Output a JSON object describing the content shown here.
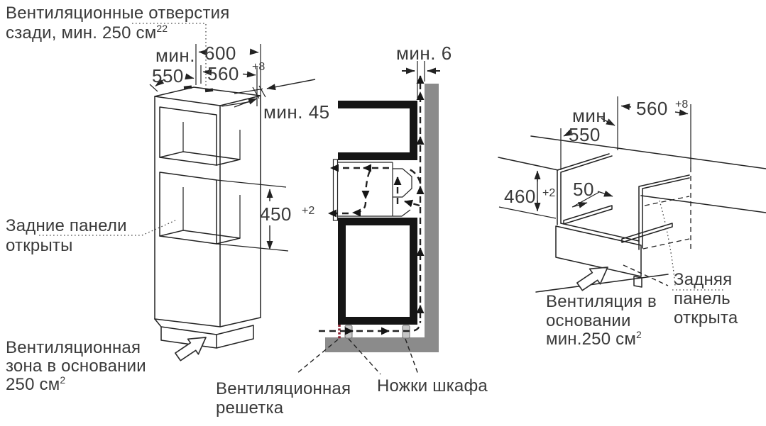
{
  "colors": {
    "line": "#222222",
    "text": "#3a3a3a",
    "black-fill": "#151515",
    "wall-gray": "#8b8b8b",
    "feet-gray": "#c6c6c6",
    "grille-red": "#8a2433"
  },
  "notes": {
    "vent_rear": {
      "line1": "Вентиляционные отверстия",
      "line2": "сзади, мин. 250 см",
      "sup1": "2",
      "sup2": "2"
    },
    "rear_panels_open": {
      "line1": "Задние панели",
      "line2": "открыты"
    },
    "vent_zone_base": {
      "line1": "Вентиляционная",
      "line2": "зона в основании",
      "line3": "250 см",
      "sup": "2"
    },
    "vent_grille": {
      "line1": "Вентиляционная",
      "line2": "решетка"
    },
    "cabinet_feet": "Ножки шкафа",
    "vent_in_base": {
      "line1": "Вентиляция в",
      "line2": "основании",
      "line3": "мин.250 см",
      "sup": "2"
    },
    "back_panel_open": {
      "line1": "Задняя",
      "line2": "панель",
      "line3": "открыта"
    }
  },
  "dims": {
    "left": {
      "min": "мин.",
      "d550": "550",
      "d600": "600",
      "d560": "560",
      "tol8": "+8",
      "gap45": "мин. 45",
      "d450": "450",
      "tol2": "+2"
    },
    "mid": {
      "gap6": "мин. 6"
    },
    "right": {
      "min": "мин.",
      "d550": "550",
      "d560": "560",
      "tol8": "+8",
      "d460": "460",
      "tol2": "+2",
      "d50": "50"
    }
  }
}
